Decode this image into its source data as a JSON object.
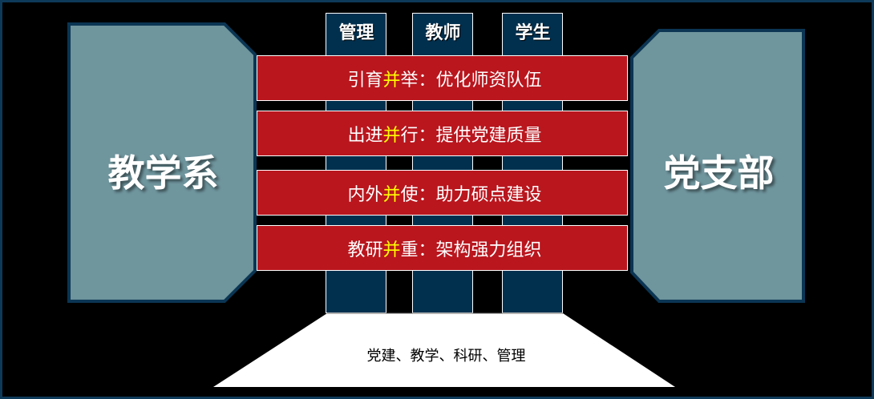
{
  "left_block": {
    "label": "教学系"
  },
  "right_block": {
    "label": "党支部"
  },
  "columns": [
    {
      "label": "管理"
    },
    {
      "label": "教师"
    },
    {
      "label": "学生"
    }
  ],
  "bars": [
    {
      "prefix": "引育",
      "highlight": "并",
      "suffix": "举：优化师资队伍"
    },
    {
      "prefix": "出进",
      "highlight": "并",
      "suffix": "行：提供党建质量"
    },
    {
      "prefix": "内外",
      "highlight": "并",
      "suffix": "使：助力硕点建设"
    },
    {
      "prefix": "教研",
      "highlight": "并",
      "suffix": "重：架构强力组织"
    }
  ],
  "base": {
    "label": "党建、教学、科研、管理"
  },
  "colors": {
    "background": "#000000",
    "frame": "#0e3a5a",
    "block_fill": "#6f959d",
    "block_stroke": "#0b3553",
    "column_fill": "#01304f",
    "bar_fill": "#b9161e",
    "highlight_text": "#ffff00",
    "base_fill": "#ffffff"
  }
}
